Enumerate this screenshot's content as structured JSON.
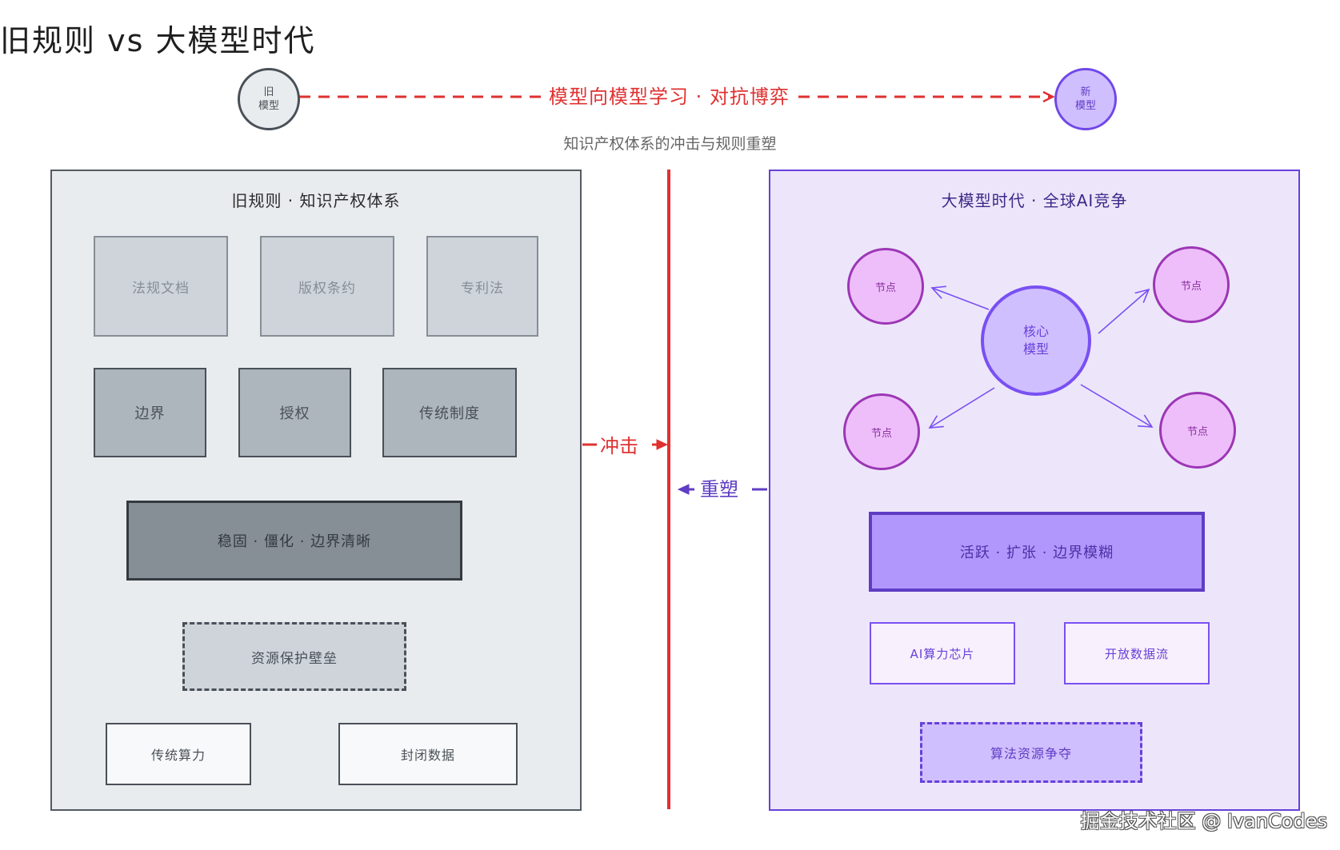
{
  "title": "旧规则 vs 大模型时代",
  "old_model": {
    "line1": "旧",
    "line2": "模型"
  },
  "new_model": {
    "line1": "新",
    "line2": "模型"
  },
  "flow_label": "模型向模型学习 · 对抗博弈",
  "subtitle": "知识产权体系的冲击与规则重塑",
  "left": {
    "title": "旧规则 · 知识产权体系",
    "row1": [
      "法规文档",
      "版权条约",
      "专利法"
    ],
    "row2": [
      "边界",
      "授权",
      "传统制度"
    ],
    "bar": "稳固 · 僵化 · 边界清晰",
    "dashed": "资源保护壁垒",
    "bottom": [
      "传统算力",
      "封闭数据"
    ]
  },
  "right": {
    "title": "大模型时代 · 全球AI竞争",
    "core": {
      "line1": "核心",
      "line2": "模型"
    },
    "nodes": [
      "节点",
      "节点",
      "节点",
      "节点"
    ],
    "bar": "活跃 · 扩张 · 边界模糊",
    "mid": [
      "AI算力芯片",
      "开放数据流"
    ],
    "dashed": "算法资源争夺"
  },
  "impact_label": "冲击",
  "reshape_label": "重塑",
  "watermark": "掘金技术社区 @ IvanCodes",
  "colors": {
    "red": "#e03131",
    "purple": "#6741d9",
    "gray": "#495057"
  }
}
